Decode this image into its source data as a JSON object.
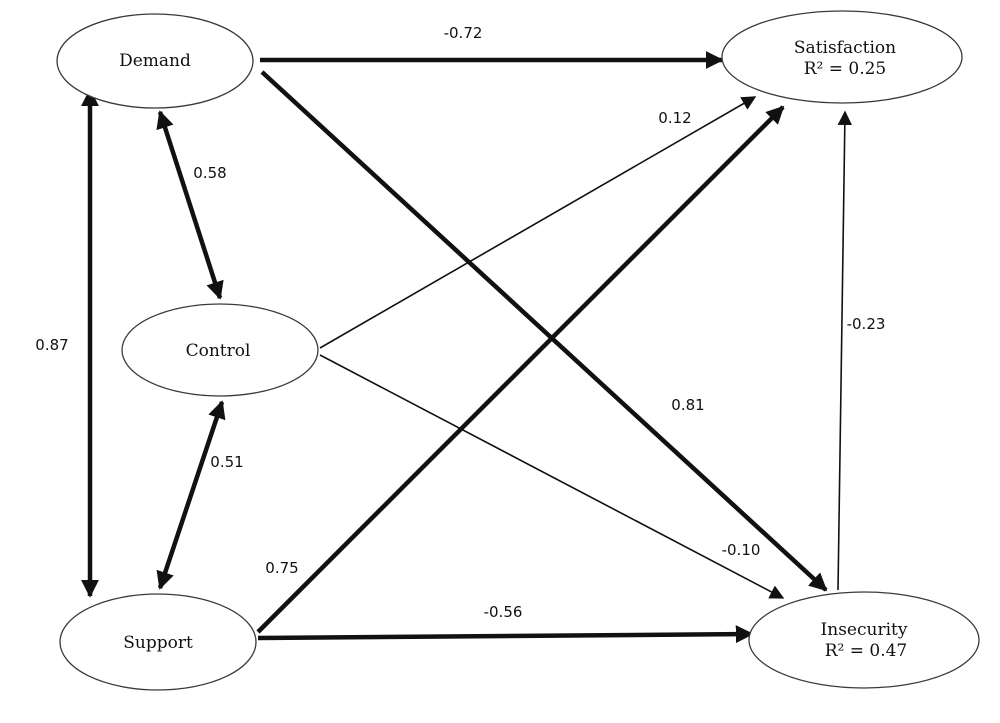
{
  "nodes": {
    "demand": {
      "label": "Demand"
    },
    "control": {
      "label": "Control"
    },
    "support": {
      "label": "Support"
    },
    "satisfaction": {
      "label": "Satisfaction",
      "r2": "R² = 0.25"
    },
    "insecurity": {
      "label": "Insecurity",
      "r2": "R² = 0.47"
    }
  },
  "edges": {
    "demand_satisfaction": "-0.72",
    "control_satisfaction": "0.12",
    "demand_control": "0.58",
    "demand_support": "0.87",
    "insecurity_satisfaction": "-0.23",
    "demand_insecurity": "0.81",
    "control_support": "0.51",
    "control_insecurity": "-0.10",
    "support_satisfaction": "0.75",
    "support_insecurity": "-0.56"
  }
}
